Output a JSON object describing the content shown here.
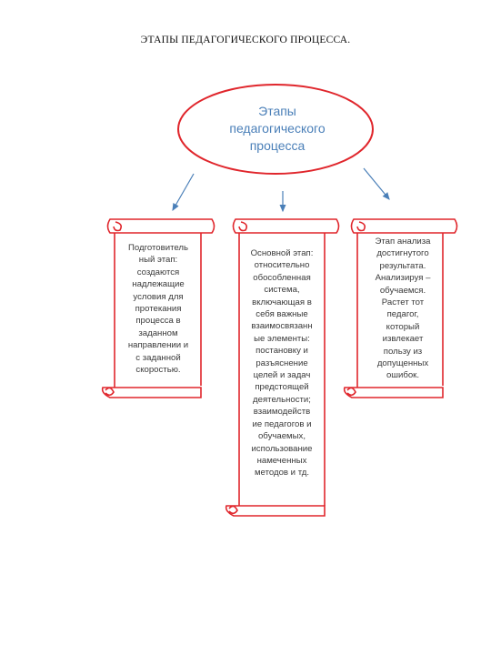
{
  "title": "ЭТАПЫ ПЕДАГОГИЧЕСКОГО ПРОЦЕССА.",
  "root": {
    "label": "Этапы\nпедагогического\nпроцесса"
  },
  "stages": [
    {
      "text": "Подготовитель\nный этап:\nсоздаются\nнадлежащие\nусловия для\nпротекания\nпроцесса в\nзаданном\nнаправлении и\nс заданной\nскоростью."
    },
    {
      "text": "Основной этап:\nотносительно\nобособленная\nсистема,\nвключающая в\nсебя важные\nвзаимосвязанн\nые элементы:\nпостановку и\nразъяснение\nцелей и задач\nпредстоящей\nдеятельности;\nвзаимодейств\nие педагогов и\nобучаемых,\nиспользование\nнамеченных\nметодов и тд."
    },
    {
      "text": "Этап анализа\nдостигнутого\nрезультата.\nАнализируя –\nобучаемся.\nРастет тот\nпедагог,\nкоторый\nизвлекает\nпользу из\nдопущенных\nошибок."
    }
  ],
  "colors": {
    "outline": "#e0262c",
    "arrow": "#4a7fb8",
    "root_text": "#4a7fb8",
    "body_text": "#3a3a3a"
  }
}
